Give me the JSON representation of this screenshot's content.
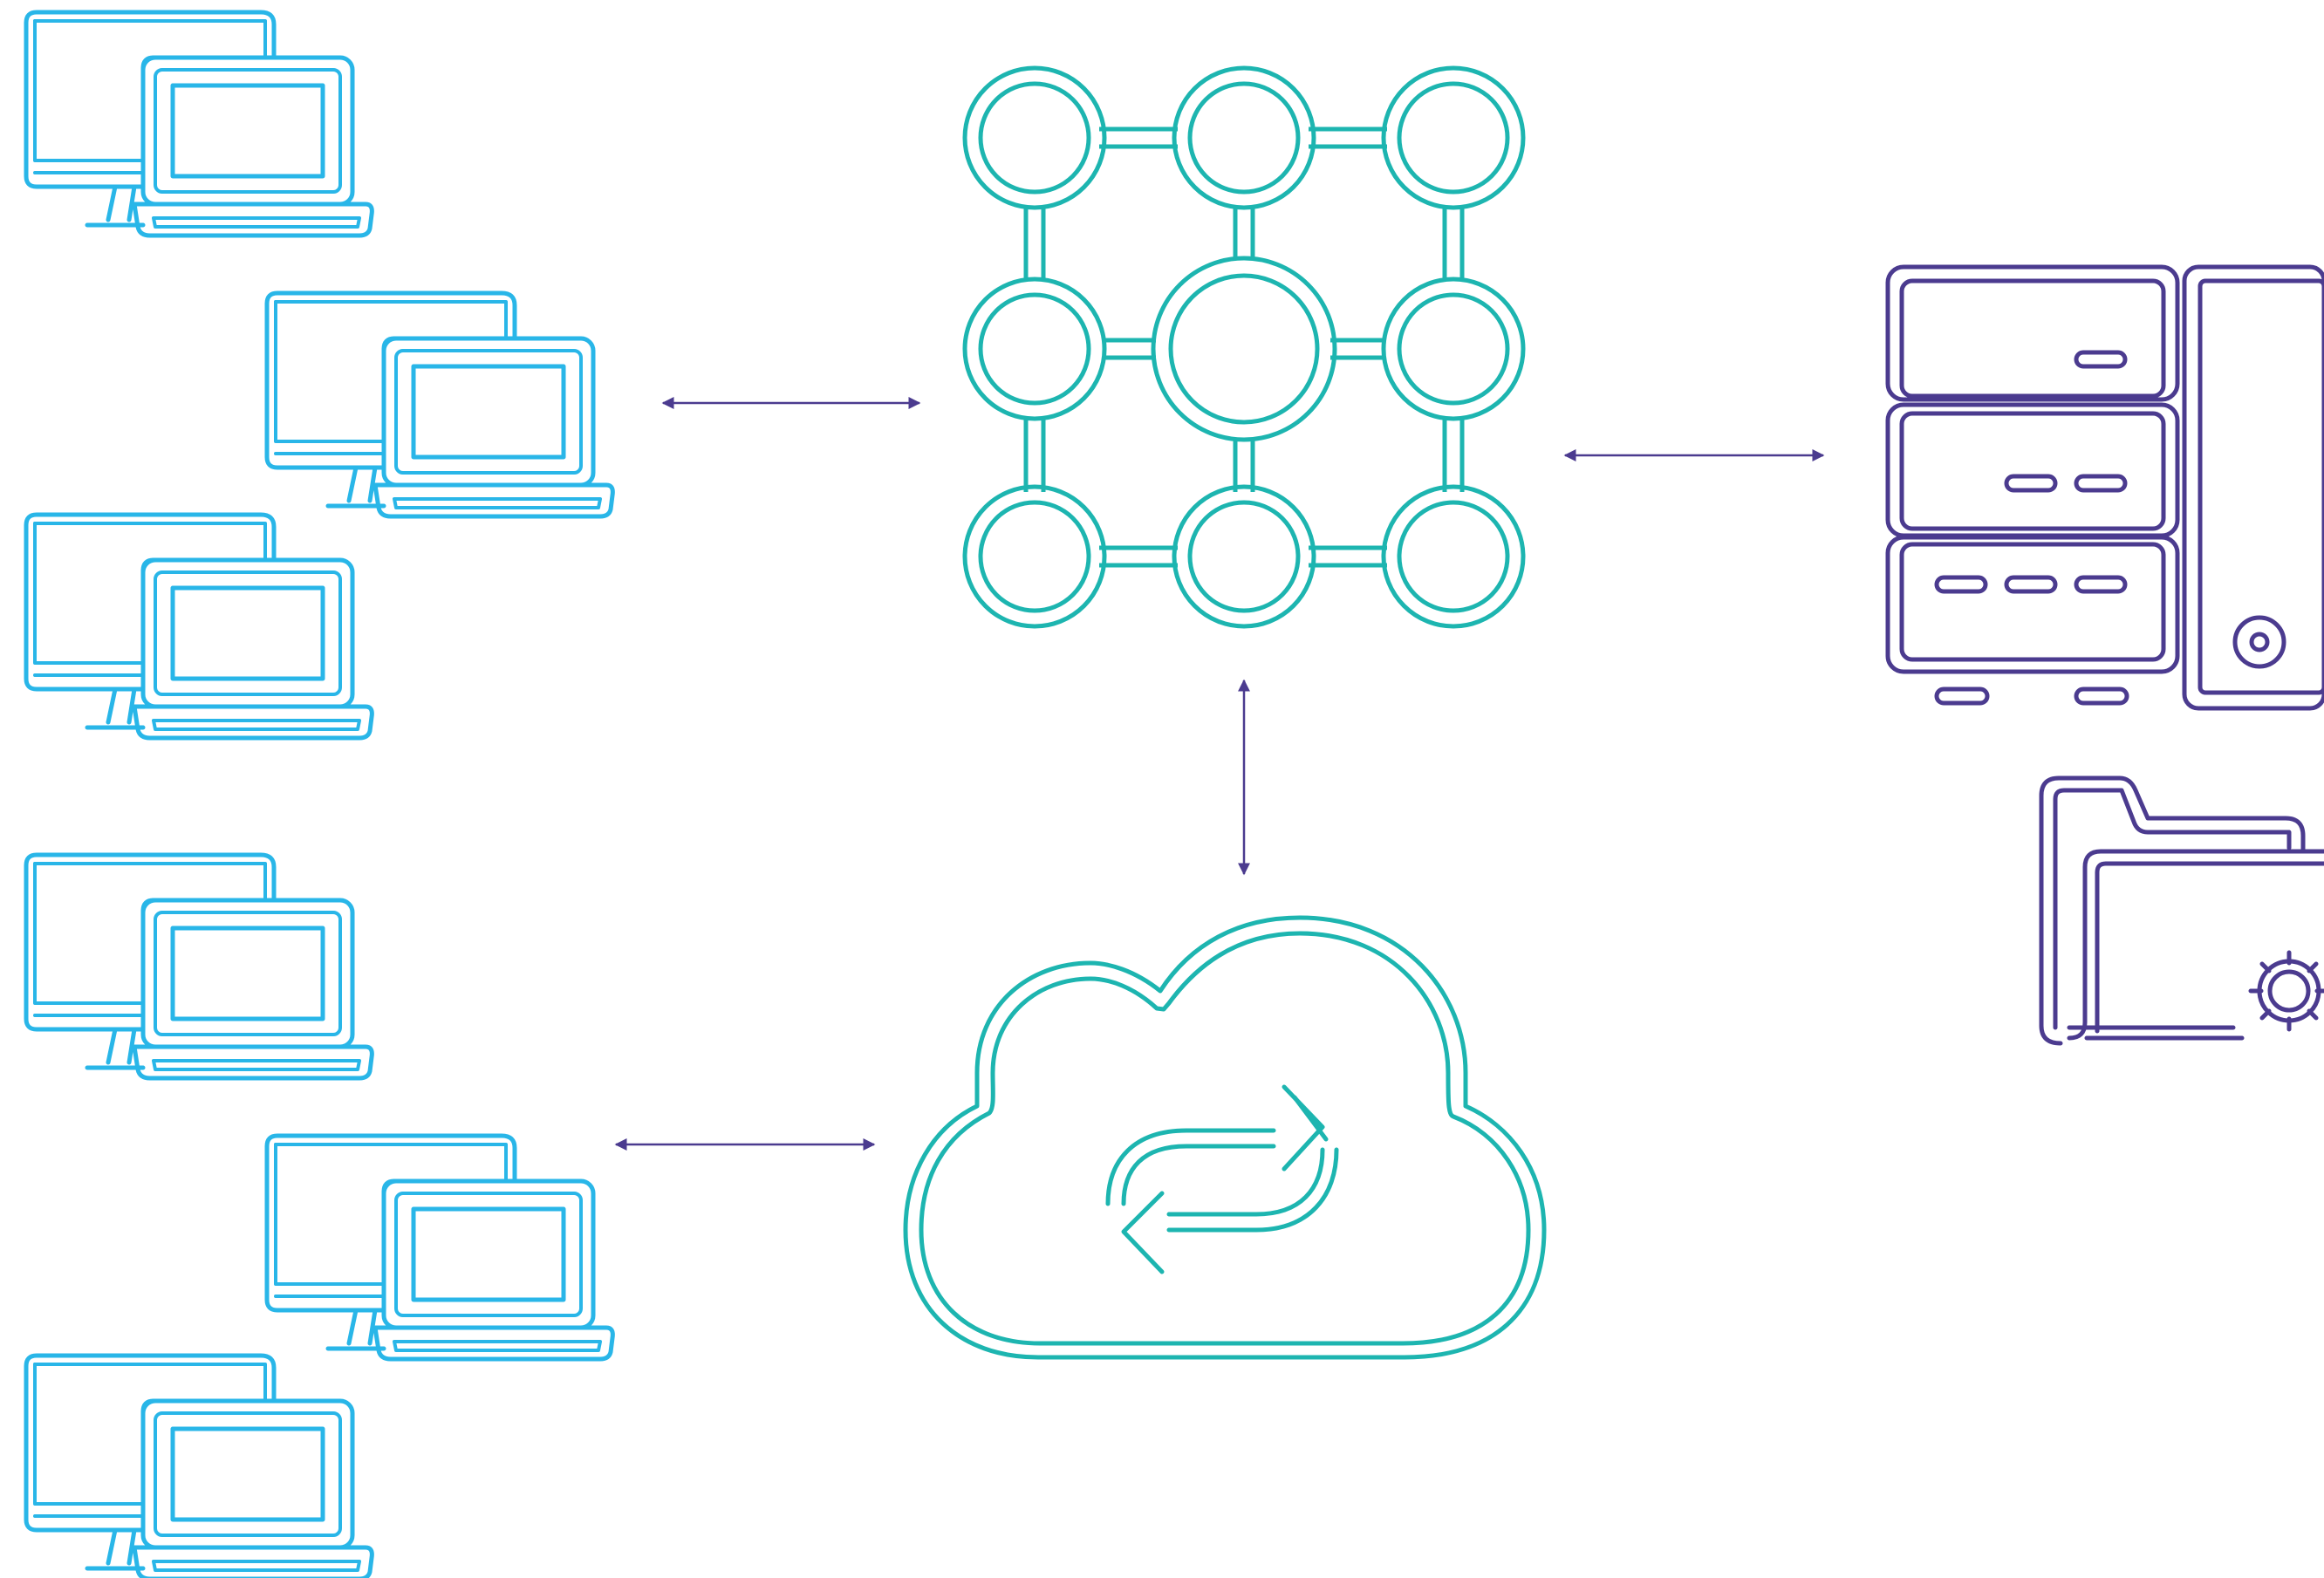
{
  "colors": {
    "device": "#29b6e8",
    "network": "#1db5b0",
    "server": "#4b3b8f",
    "arrow": "#4b3b8f",
    "background": "#ffffff"
  },
  "icons": {
    "device_groups": [
      "desktop-laptop-icon",
      "desktop-laptop-icon",
      "desktop-laptop-icon",
      "desktop-laptop-icon",
      "desktop-laptop-icon",
      "desktop-laptop-icon"
    ],
    "network": "network-grid-icon",
    "cloud": "cloud-sync-icon",
    "server": "server-rack-icon",
    "folder": "folder-settings-icon"
  },
  "connections": [
    {
      "from": "devices-top",
      "to": "network-grid",
      "direction": "bidirectional"
    },
    {
      "from": "network-grid",
      "to": "server",
      "direction": "bidirectional"
    },
    {
      "from": "network-grid",
      "to": "cloud",
      "direction": "bidirectional"
    },
    {
      "from": "devices-bottom",
      "to": "cloud",
      "direction": "bidirectional"
    }
  ]
}
